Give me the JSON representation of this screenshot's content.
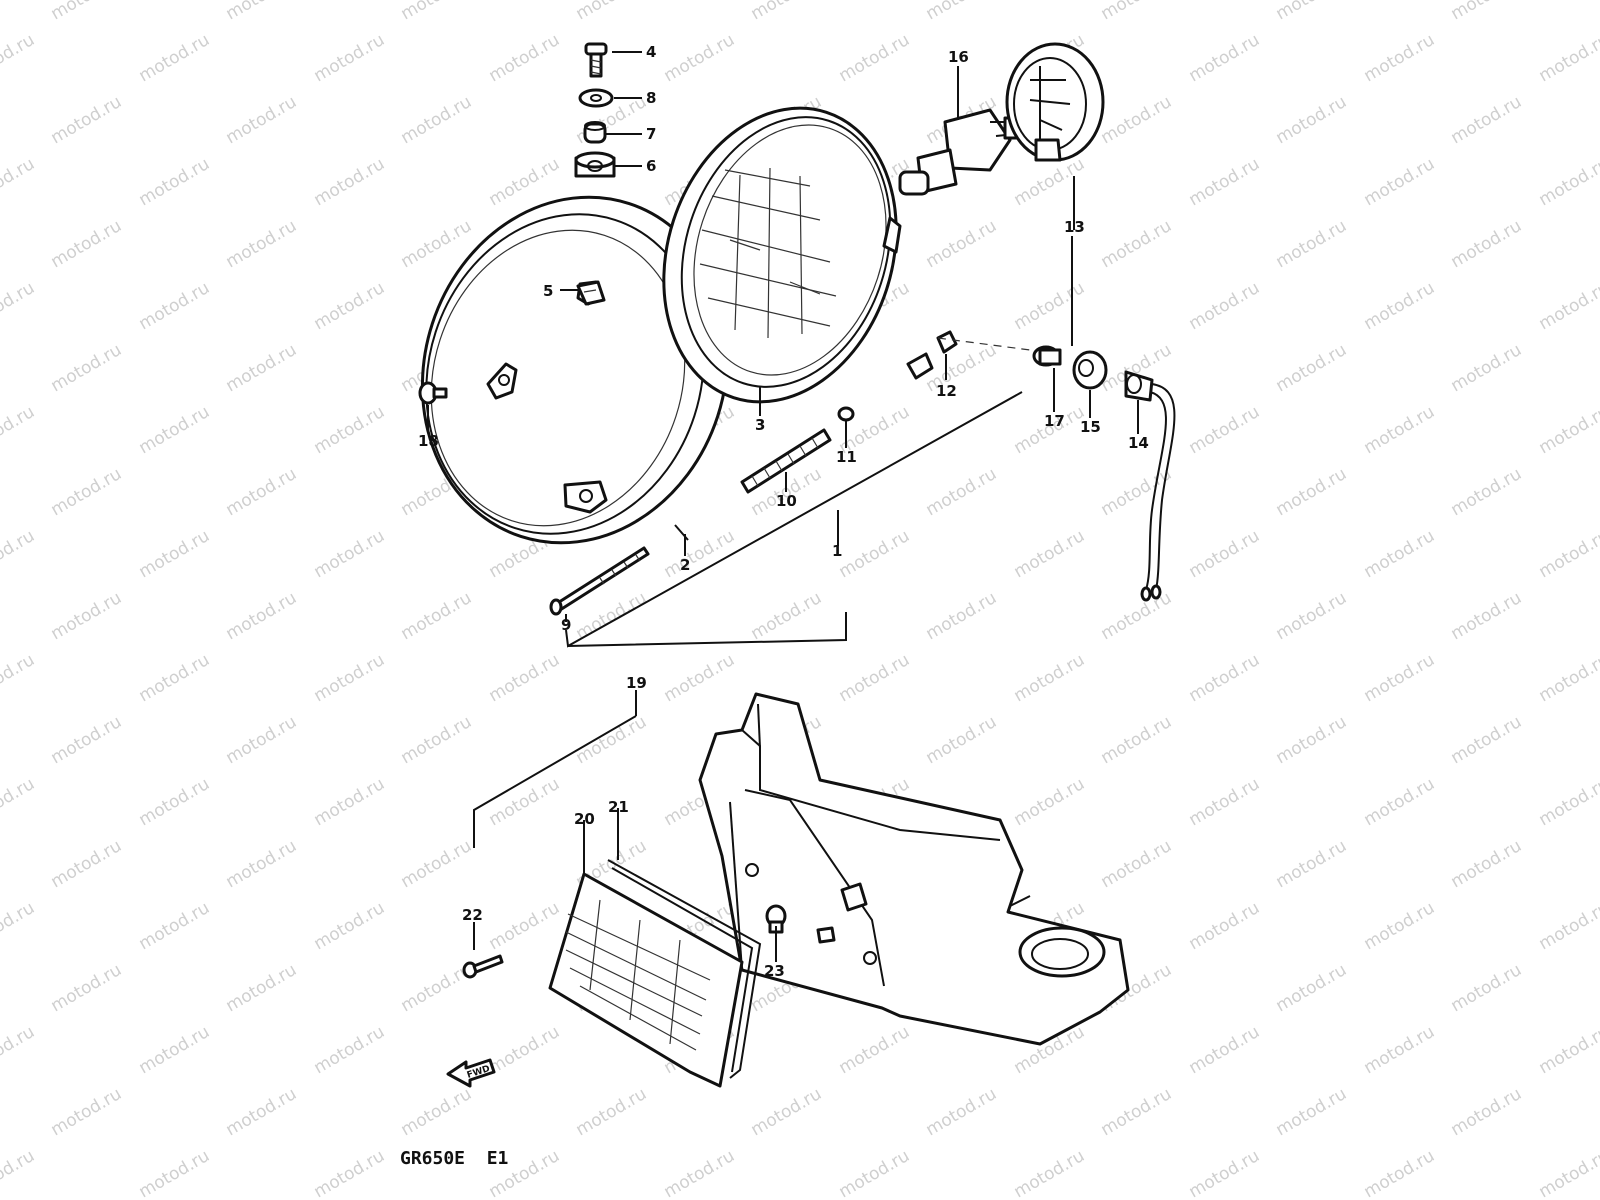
{
  "watermark": {
    "text": "motod.ru"
  },
  "model_code": "GR650E  E1",
  "fwd_label": "FWD",
  "callouts": [
    {
      "id": "4",
      "label": "4"
    },
    {
      "id": "8",
      "label": "8"
    },
    {
      "id": "7",
      "label": "7"
    },
    {
      "id": "6",
      "label": "6"
    },
    {
      "id": "16",
      "label": "16"
    },
    {
      "id": "13",
      "label": "13"
    },
    {
      "id": "5",
      "label": "5"
    },
    {
      "id": "18",
      "label": "18"
    },
    {
      "id": "3",
      "label": "3"
    },
    {
      "id": "12",
      "label": "12"
    },
    {
      "id": "17",
      "label": "17"
    },
    {
      "id": "15",
      "label": "15"
    },
    {
      "id": "14",
      "label": "14"
    },
    {
      "id": "11",
      "label": "11"
    },
    {
      "id": "10",
      "label": "10"
    },
    {
      "id": "2",
      "label": "2"
    },
    {
      "id": "1",
      "label": "1"
    },
    {
      "id": "9",
      "label": "9"
    },
    {
      "id": "19",
      "label": "19"
    },
    {
      "id": "20",
      "label": "20"
    },
    {
      "id": "21",
      "label": "21"
    },
    {
      "id": "22",
      "label": "22"
    },
    {
      "id": "23",
      "label": "23"
    }
  ],
  "colors": {
    "ink": "#111111",
    "watermark": "#cfcfcf",
    "background": "#ffffff"
  }
}
